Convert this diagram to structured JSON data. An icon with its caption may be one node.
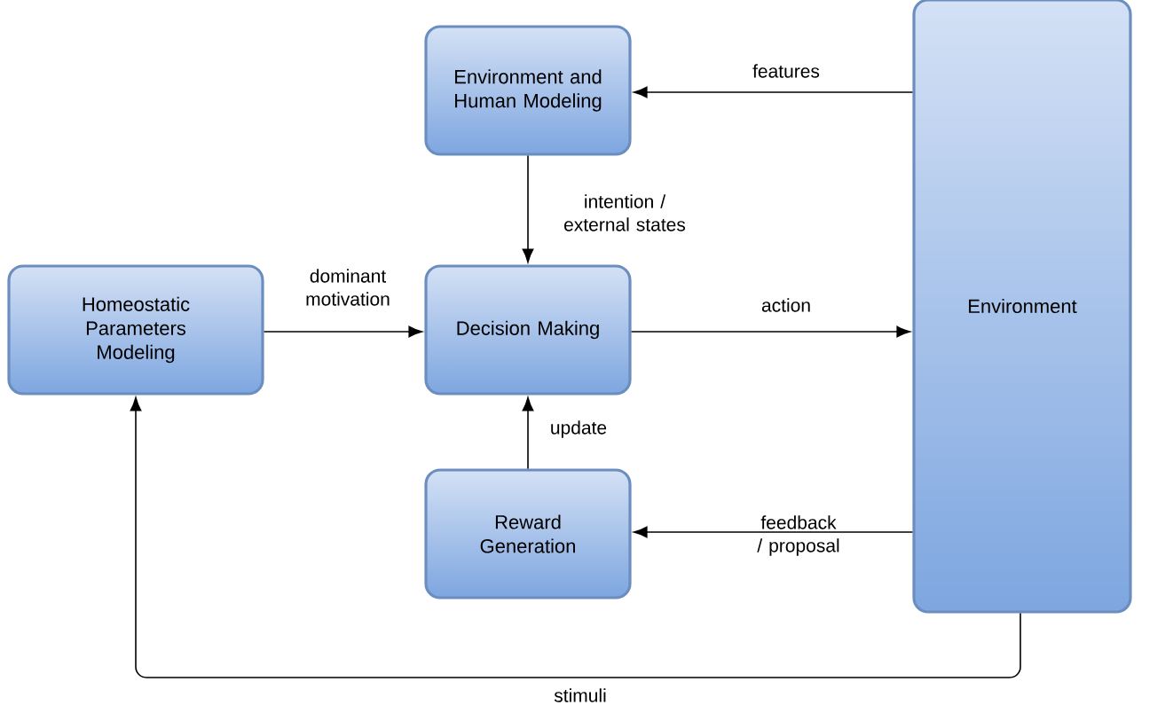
{
  "diagram": {
    "nodes": [
      {
        "text": [
          "Environment and Human Modeling"
        ]
      },
      {
        "text": [
          "Homeostatic Parameters Modeling"
        ]
      },
      {
        "text": [
          "Decision Making"
        ]
      },
      {
        "text": [
          "Reward Generation"
        ]
      },
      {
        "text": [
          "Environment"
        ]
      }
    ],
    "edges": [
      {
        "from": 4,
        "to": 0,
        "arrow": "to",
        "label": "features"
      },
      {
        "from": 0,
        "to": 2,
        "arrow": "to",
        "label": "intention / external states"
      },
      {
        "from": 1,
        "to": 2,
        "arrow": "to",
        "label": "dominant motivation"
      },
      {
        "from": 2,
        "to": 4,
        "arrow": "to",
        "label": "action"
      },
      {
        "from": 3,
        "to": 2,
        "arrow": "to",
        "label": "update"
      },
      {
        "from": 4,
        "to": 3,
        "arrow": "to",
        "label": "feedback / proposal"
      },
      {
        "from": 4,
        "to": 1,
        "arrow": "to",
        "label": "stimuli"
      }
    ]
  }
}
